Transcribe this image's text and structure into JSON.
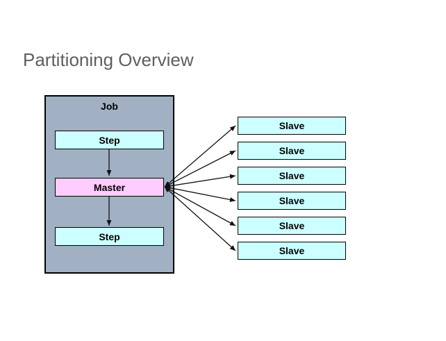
{
  "slide": {
    "title": "Partitioning Overview"
  },
  "colors": {
    "title_text": "#5e5e5e",
    "job_fill": "#a1b1c3",
    "step_fill": "#ccffff",
    "master_fill": "#ffccff",
    "slave_fill": "#ccffff",
    "box_border": "#000000",
    "arrow": "#111111"
  },
  "diagram": {
    "job": {
      "label": "Job",
      "nodes": [
        {
          "label": "Step"
        },
        {
          "label": "Master"
        },
        {
          "label": "Step"
        }
      ]
    },
    "slaves": [
      {
        "label": "Slave"
      },
      {
        "label": "Slave"
      },
      {
        "label": "Slave"
      },
      {
        "label": "Slave"
      },
      {
        "label": "Slave"
      },
      {
        "label": "Slave"
      }
    ]
  }
}
